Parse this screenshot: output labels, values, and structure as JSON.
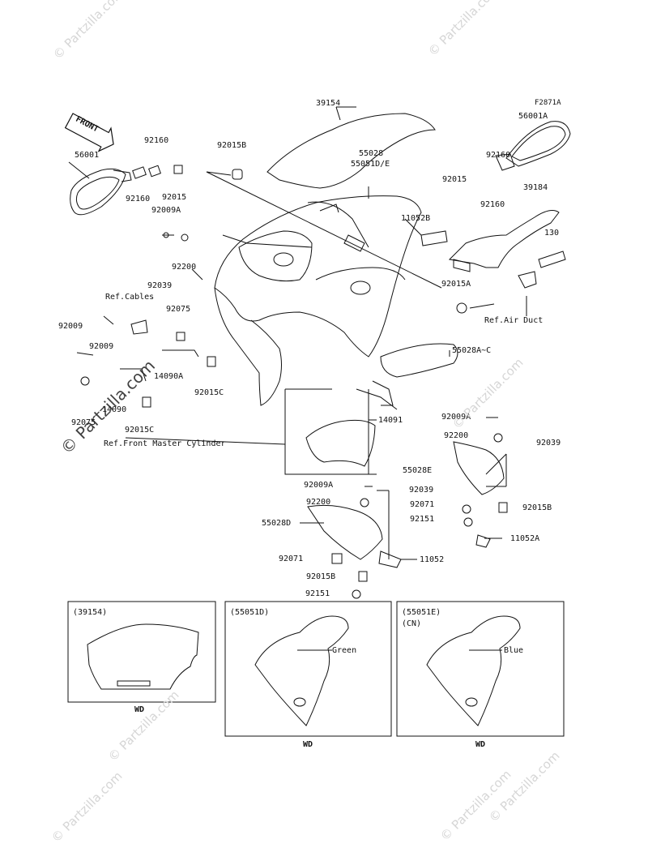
{
  "figure_code": "F2871A",
  "front_label": "FRONT",
  "watermark": "© Partzilla.com",
  "labels": {
    "l39154": "39154",
    "l56001": "56001",
    "l56001A": "56001A",
    "l92160a": "92160",
    "l92160b": "92160",
    "l92160c": "92160",
    "l92160d": "92160",
    "l92015a": "92015",
    "l92015b": "92015",
    "l92015B_top": "92015B",
    "l55028": "55028",
    "l55051DE": "55051D/E",
    "l92009A_top": "92009A",
    "l39184": "39184",
    "l11052B": "11052B",
    "l130": "130",
    "l92200_top": "92200",
    "l92039_top": "92039",
    "l92015A": "92015A",
    "refcables": "Ref.Cables",
    "refairduct": "Ref.Air Duct",
    "l92075a": "92075",
    "l92009_left": "92009",
    "l92009_mid": "92009",
    "l55028AC": "55028A~C",
    "l14090A": "14090A",
    "l92015C_a": "92015C",
    "l14090": "14090",
    "l92075b": "92075",
    "l92015C_b": "92015C",
    "l14091": "14091",
    "refmaster": "Ref.Front Master Cylinder",
    "l92009A_r": "92009A",
    "l92200_r": "92200",
    "l92039_r": "92039",
    "l55028E": "55028E",
    "l92071_r": "92071",
    "l92015B_r": "92015B",
    "l92151_r": "92151",
    "l11052A": "11052A",
    "l92009A_c": "92009A",
    "l92039_c": "92039",
    "l92200_c": "92200",
    "l55028D": "55028D",
    "l92071_c": "92071",
    "l11052": "11052",
    "l92015B_c": "92015B",
    "l92151_c": "92151"
  },
  "insets": [
    {
      "title": "(39154)",
      "subtitle": "",
      "foot": "WD",
      "callout": ""
    },
    {
      "title": "(55051D)",
      "subtitle": "",
      "foot": "WD",
      "callout": "Green"
    },
    {
      "title": "(55051E)",
      "subtitle": "(CN)",
      "foot": "WD",
      "callout": "Blue"
    }
  ]
}
